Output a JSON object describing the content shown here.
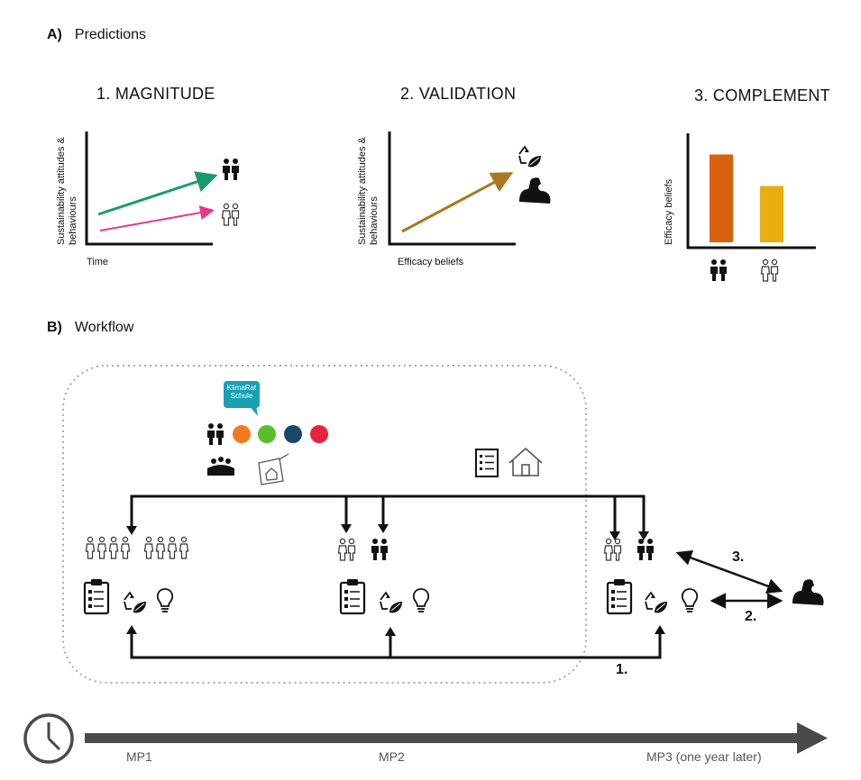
{
  "section_a": {
    "letter": "A)",
    "label": "Predictions"
  },
  "section_b": {
    "letter": "B)",
    "label": "Workflow"
  },
  "panels": [
    {
      "title": "1. MAGNITUDE",
      "ylabel_line1": "Sustainability attitudes &",
      "ylabel_line2": "behaviours",
      "xlabel": "Time"
    },
    {
      "title": "2. VALIDATION",
      "ylabel_line1": "Sustainability attitudes &",
      "ylabel_line2": "behaviours",
      "xlabel": "Efficacy beliefs"
    },
    {
      "title": "3. COMPLEMENT",
      "ylabel": "Efficacy beliefs"
    }
  ],
  "chart_data": {
    "type": "bar",
    "title": "3. COMPLEMENT",
    "ylabel": "Efficacy beliefs",
    "categories": [
      "participants (filled icon)",
      "controls (outline icon)"
    ],
    "values": [
      0.78,
      0.5
    ],
    "colors": [
      "#d96111",
      "#e8ae0e"
    ]
  },
  "workflow": {
    "logo_line1": "KlimaRat",
    "logo_line2": "Schule",
    "arrow_labels": {
      "one": "1.",
      "two": "2.",
      "three": "3."
    },
    "timeline": {
      "mp1": "MP1",
      "mp2": "MP2",
      "mp3": "MP3 (one year later)"
    }
  },
  "colors": {
    "green_line": "#1b9a6e",
    "pink_line": "#e8388a",
    "brown_line": "#a9781f",
    "sdg_orange": "#f27a21",
    "sdg_green": "#56c02b",
    "sdg_blue": "#19486a",
    "sdg_red": "#e5243b",
    "timeline": "#4a4a4a"
  },
  "icons": [
    "clock-icon",
    "people-filled-icon",
    "people-outline-icon",
    "recycle-leaf-icon",
    "muscle-arm-icon",
    "clipboard-checklist-icon",
    "lightbulb-icon",
    "meeting-group-icon",
    "house-plan-icon",
    "list-document-icon",
    "house-icon"
  ]
}
